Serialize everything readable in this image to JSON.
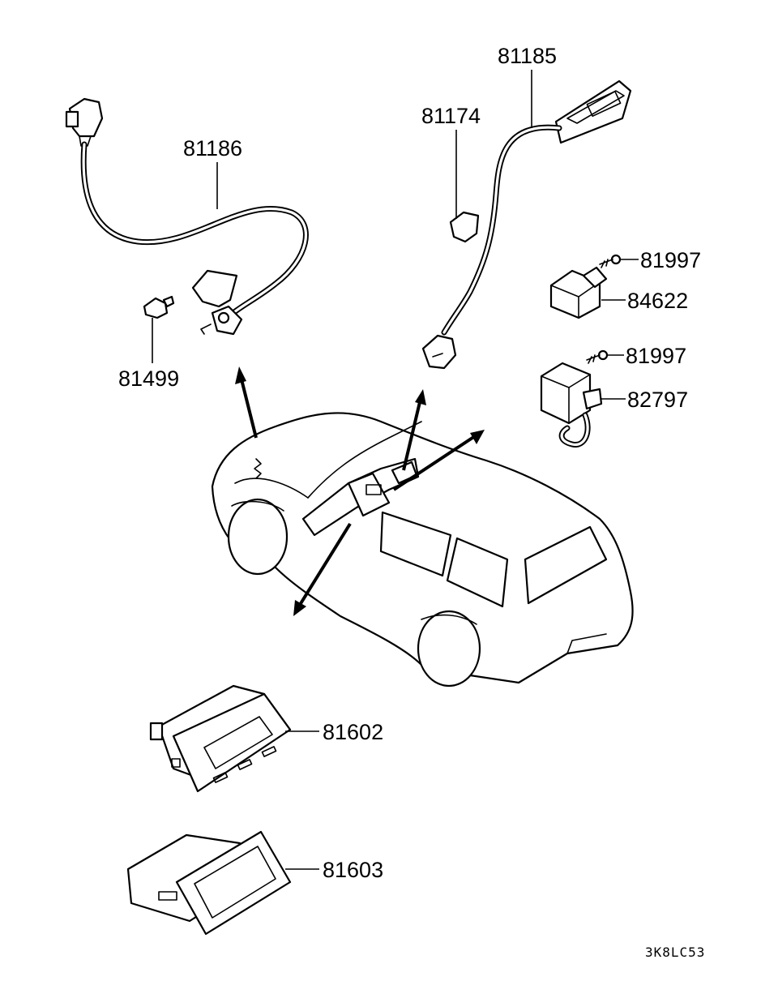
{
  "parts": {
    "p81186": "81186",
    "p81499": "81499",
    "p81174": "81174",
    "p81185": "81185",
    "p81997_a": "81997",
    "p84622": "84622",
    "p81997_b": "81997",
    "p82797": "82797",
    "p81602": "81602",
    "p81603": "81603"
  },
  "diagram_code": "3K8LC53"
}
